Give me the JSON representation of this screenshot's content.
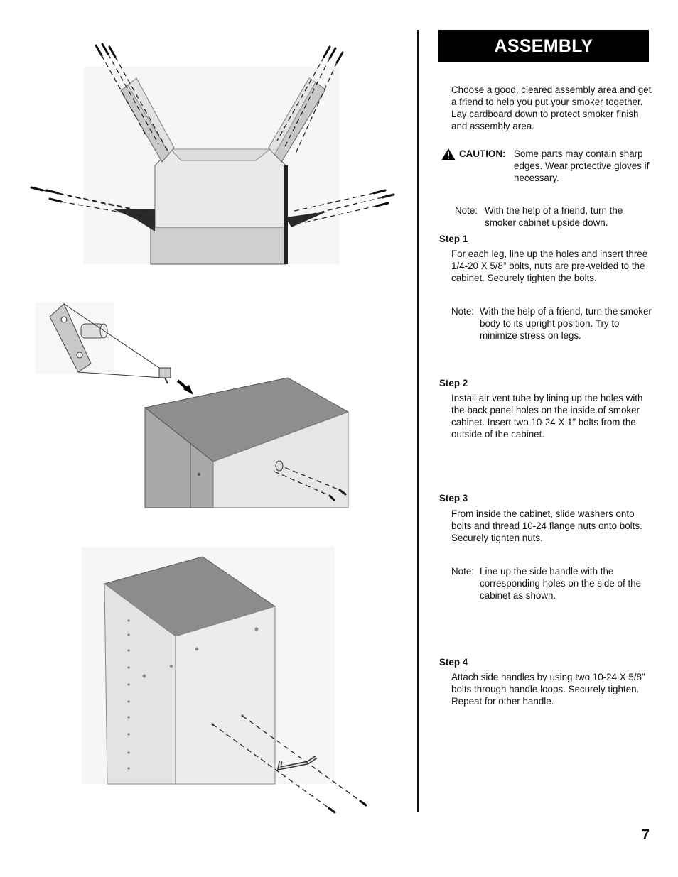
{
  "header": {
    "title": "ASSEMBLY"
  },
  "intro": "Choose a good, cleared assembly area and get a friend to help you put your smoker together. Lay cardboard down to protect smoker finish and assembly area.",
  "caution": {
    "label": "CAUTION:",
    "text": "Some parts may contain sharp edges. Wear protective gloves if necessary.",
    "icon": "warning-triangle-icon"
  },
  "notes": [
    {
      "label": "Note:",
      "text": "With the help of a friend, turn the smoker cabinet upside down."
    },
    {
      "label": "Note:",
      "text": "With the help of a friend, turn the smoker body to its upright position. Try to minimize stress on legs."
    },
    {
      "label": "Note:",
      "text": "Line up the side handle with the corresponding holes on the side of the cabinet as shown."
    }
  ],
  "steps": [
    {
      "label": "Step 1",
      "text": "For each leg, line up the holes and insert three 1/4-20 X 5/8” bolts, nuts are pre-welded to the cabinet. Securely tighten the bolts."
    },
    {
      "label": "Step 2",
      "text": "Install air vent tube by lining up the holes with the back panel holes on the inside of smoker cabinet. Insert two 10-24 X 1” bolts from the outside of the cabinet."
    },
    {
      "label": "Step 3",
      "text": "From inside the cabinet, slide washers onto bolts and thread 10-24 flange nuts onto bolts. Securely tighten nuts."
    },
    {
      "label": "Step 4",
      "text": "Attach side handles by using two 10-24 X 5/8” bolts through handle loops. Securely tighten. Repeat for other handle."
    }
  ],
  "page_number": "7"
}
